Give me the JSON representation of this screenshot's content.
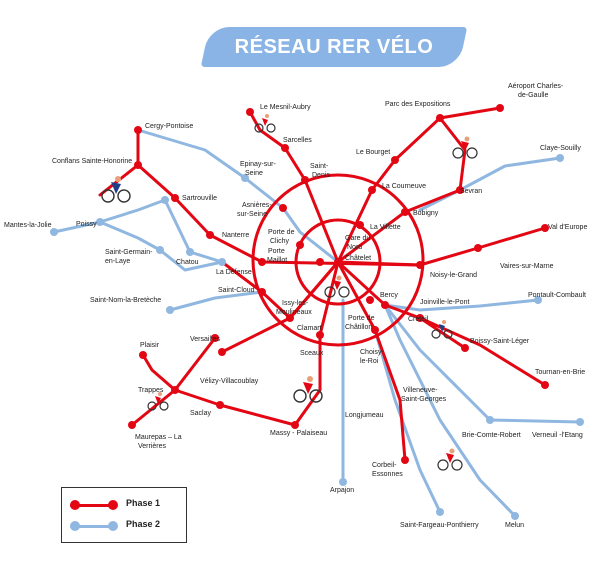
{
  "title": "RÉSEAU RER VÉLO",
  "colors": {
    "phase1": "#e30613",
    "phase2": "#8fb7e0",
    "banner": "#8ab4e6"
  },
  "legend": [
    {
      "label": "Phase 1",
      "color": "#e30613"
    },
    {
      "label": "Phase 2",
      "color": "#8fb7e0"
    }
  ],
  "stations": {
    "mesnil": "Le Mesnil-Aubry",
    "sarcelles": "Sarcelles",
    "saint_denis_1": "Saint-",
    "saint_denis_2": "Denis",
    "parc_expo": "Parc des Expositions",
    "cdg_1": "Aéroport  Charles-",
    "cdg_2": "de-Gaulle",
    "le_bourget": "Le Bourget",
    "la_courneuve": "La Courneuve",
    "sevran": "Sevran",
    "claye": "Claye-Souilly",
    "bobigny": "Bobigny",
    "la_villette": "La Villette",
    "cergy": "Cergy-Pontoise",
    "conflans": "Conflans Sainte-Honorine",
    "epinay_1": "Epinay-sur-",
    "epinay_2": "Seine",
    "sartrouville": "Sartrouville",
    "asnieres_1": "Asnières-",
    "asnieres_2": "sur-Seine",
    "mantes": "Mantes-la-Jolie",
    "poissy": "Poissy",
    "sgl_1": "Saint-Germain-",
    "sgl_2": "en-Laye",
    "chatou": "Chatou",
    "nanterre": "Nanterre",
    "porte_clichy_1": "Porte de",
    "porte_clichy_2": "Clichy",
    "porte_maillot_1": "Porte",
    "porte_maillot_2": "Maillot",
    "gare_nord_1": "Gare du",
    "gare_nord_2": "Nord",
    "chatelet": "Châtelet",
    "la_defense": "La Défense",
    "val_europe": "Val d'Europe",
    "noisy": "Noisy-le-Grand",
    "vaires": "Vaires-sur-Marne",
    "saint_cloud": "Saint-Cloud",
    "sgl_breteche": "Saint-Nom-la-Bretèche",
    "issy_1": "Issy-les-",
    "issy_2": "Moulineaux",
    "bercy": "Bercy",
    "joinville": "Joinville-le-Pont",
    "pontault": "Pontault-Combault",
    "porte_chatillon_1": "Porte de",
    "porte_chatillon_2": "Châtillon",
    "creteil": "Créteil",
    "clamart": "Clamart",
    "boissy": "Boissy-Saint-Léger",
    "versailles": "Versailles",
    "plaisir": "Plaisir",
    "sceaux": "Sceaux",
    "choisy_1": "Choisy-",
    "choisy_2": "le-Roi",
    "tournan": "Tournan-en-Brie",
    "velizy": "Vélizy-Villacoublay",
    "trappes": "Trappes",
    "saclay": "Saclay",
    "longjumeau": "Longjumeau",
    "villeneuve_1": "Villeneuve-",
    "villeneuve_2": "Saint-Georges",
    "verneuil": "Verneuil -l'Etang",
    "massy": "Massy - Palaiseau",
    "brie": "Brie-Comte-Robert",
    "maurepas_1": "Maurepas – La",
    "maurepas_2": "Verrières",
    "corbeil_1": "Corbeil-",
    "corbeil_2": "Essonnes",
    "arpajon": "Arpajon",
    "saint_fargeau": "Saint-Fargeau-Ponthierry",
    "melun": "Melun"
  }
}
